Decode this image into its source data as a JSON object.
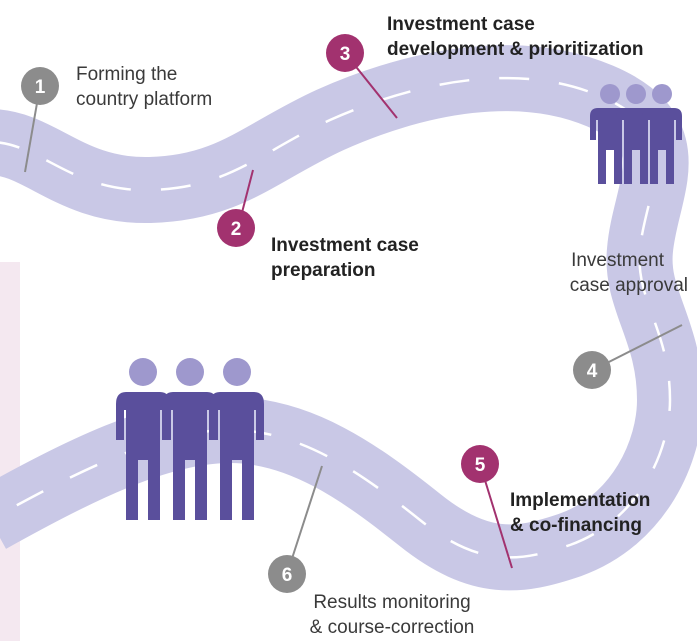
{
  "steps": [
    {
      "number": "1",
      "lines": [
        "Forming the",
        "country platform"
      ],
      "emphasis": false
    },
    {
      "number": "2",
      "lines": [
        "Investment case",
        "preparation"
      ],
      "emphasis": true
    },
    {
      "number": "3",
      "lines": [
        "Investment case",
        "development & prioritization"
      ],
      "emphasis": true
    },
    {
      "number": "4",
      "lines": [
        "Investment",
        "case approval"
      ],
      "emphasis": false
    },
    {
      "number": "5",
      "lines": [
        "Implementation",
        "& co-financing"
      ],
      "emphasis": true
    },
    {
      "number": "6",
      "lines": [
        "Results monitoring",
        "& course-correction"
      ],
      "emphasis": false
    }
  ],
  "colors": {
    "road": "#c9c8e6",
    "road_dash": "#ffffff",
    "people": "#5a4f9c",
    "people_head": "#9e98cd",
    "badge_gray": "#8c8c8c",
    "badge_magenta": "#a2326f",
    "side_panel": "#f4e8f0"
  },
  "icons": {
    "people_group": "people-group-icon"
  }
}
